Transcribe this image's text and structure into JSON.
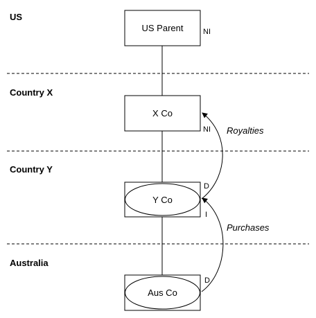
{
  "jurisdictions": {
    "us": "US",
    "country_x": "Country X",
    "country_y": "Country Y",
    "australia": "Australia"
  },
  "entities": {
    "us_parent": {
      "name": "US Parent",
      "tag": "NI"
    },
    "x_co": {
      "name": "X Co",
      "tag": "NI"
    },
    "y_co": {
      "name": "Y Co",
      "tag_top": "D",
      "tag_bottom": "I"
    },
    "aus_co": {
      "name": "Aus Co",
      "tag": "D"
    }
  },
  "flows": {
    "royalties": "Royalties",
    "purchases": "Purchases"
  }
}
